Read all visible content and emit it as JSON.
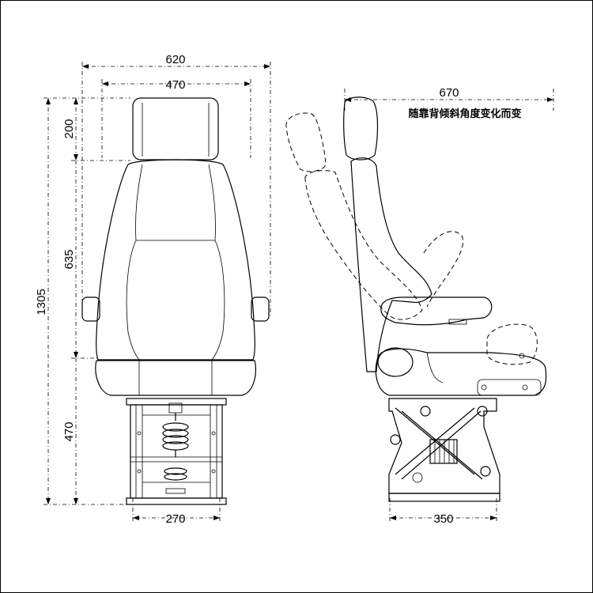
{
  "dimensions": {
    "front_total_width": "620",
    "front_back_width": "470",
    "headrest_height": "200",
    "backrest_height": "635",
    "total_height": "1305",
    "base_height": "470",
    "base_width_front": "270",
    "side_depth": "670",
    "base_width_side": "350"
  },
  "annotation": "随靠背倾斜角度变化而变"
}
